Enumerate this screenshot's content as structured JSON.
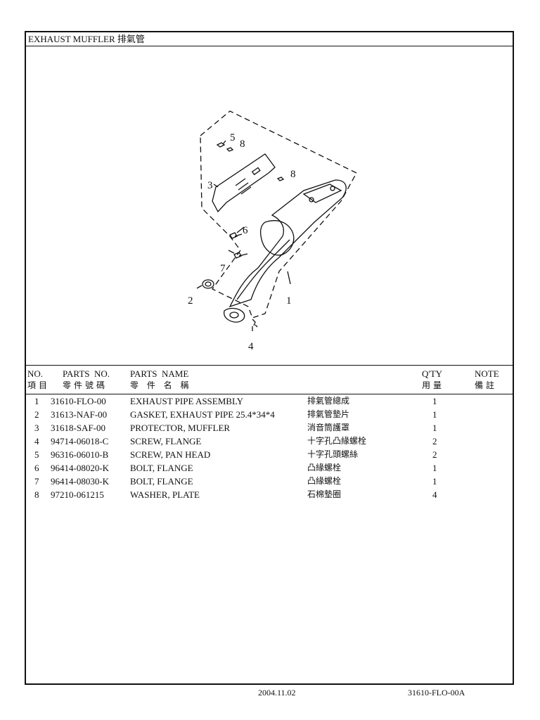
{
  "title": "EXHAUST MUFFLER 排氣管",
  "callouts": [
    "1",
    "2",
    "3",
    "4",
    "5",
    "6",
    "7",
    "8",
    "8"
  ],
  "columns": {
    "no_en": "NO.",
    "no_zh": "項目",
    "partno_en": "PARTS  NO.",
    "partno_zh": "零件號碼",
    "name_en": "PARTS  NAME",
    "name_zh": "零 件 名 稱",
    "qty_en": "Q'TY",
    "qty_zh": "用量",
    "note_en": "NOTE",
    "note_zh": "備註"
  },
  "parts": [
    {
      "no": "1",
      "part_no": "31610-FLO-00",
      "name": "EXHAUST PIPE ASSEMBLY",
      "name_zh": "排氣管總成",
      "qty": "1"
    },
    {
      "no": "2",
      "part_no": "31613-NAF-00",
      "name": "GASKET, EXHAUST PIPE 25.4*34*4",
      "name_zh": "排氣管墊片",
      "qty": "1"
    },
    {
      "no": "3",
      "part_no": "31618-SAF-00",
      "name": "PROTECTOR, MUFFLER",
      "name_zh": "消音筒護罩",
      "qty": "1"
    },
    {
      "no": "4",
      "part_no": "94714-06018-C",
      "name": "SCREW, FLANGE",
      "name_zh": "十字孔凸緣螺栓",
      "qty": "2"
    },
    {
      "no": "5",
      "part_no": "96316-06010-B",
      "name": "SCREW, PAN HEAD",
      "name_zh": "十字孔頭螺絲",
      "qty": "2"
    },
    {
      "no": "6",
      "part_no": "96414-08020-K",
      "name": "BOLT, FLANGE",
      "name_zh": "凸緣螺栓",
      "qty": "1"
    },
    {
      "no": "7",
      "part_no": "96414-08030-K",
      "name": "BOLT, FLANGE",
      "name_zh": "凸緣螺栓",
      "qty": "1"
    },
    {
      "no": "8",
      "part_no": "97210-061215",
      "name": "WASHER, PLATE",
      "name_zh": "石棉墊圈",
      "qty": "4"
    }
  ],
  "footer": {
    "date": "2004.11.02",
    "doc_code": "31610-FLO-00A"
  }
}
